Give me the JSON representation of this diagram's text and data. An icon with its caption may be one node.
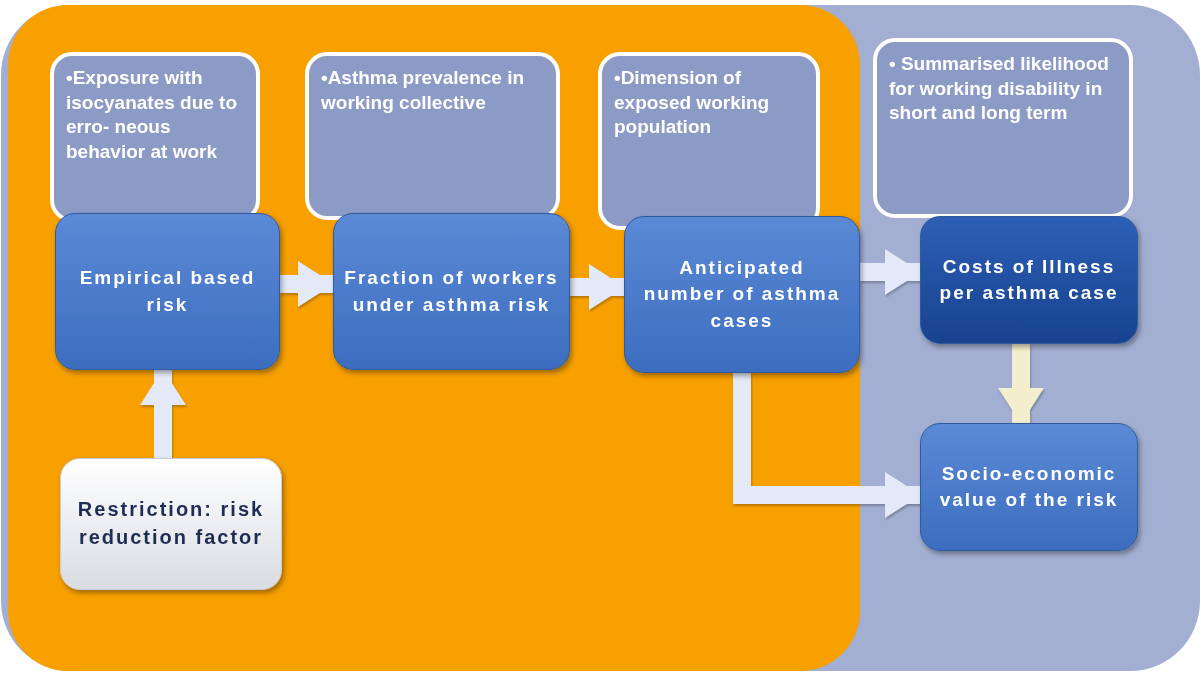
{
  "diagram": {
    "nodes": [
      {
        "text": [
          "•Exposure with isocyanates due to erro- neous behavior at work"
        ]
      },
      {
        "text": [
          "Empirical based risk"
        ]
      },
      {
        "text": [
          "•Asthma prevalence in working collective"
        ]
      },
      {
        "text": [
          "Fraction of workers under asthma risk"
        ]
      },
      {
        "text": [
          "•Dimension of exposed working population"
        ]
      },
      {
        "text": [
          "Anticipated number of asthma cases"
        ]
      },
      {
        "text": [
          "• Summarised likelihood for working disability in short and long term"
        ]
      },
      {
        "text": [
          "Costs of Illness per asthma case"
        ]
      },
      {
        "text": [
          "Socio-economic value of the risk"
        ]
      },
      {
        "text": [
          "**Restriction**: risk reduction factor"
        ]
      }
    ],
    "edges": [
      {
        "from": 1,
        "to": 3,
        "arrow": "to"
      },
      {
        "from": 3,
        "to": 5,
        "arrow": "to"
      },
      {
        "from": 5,
        "to": 7,
        "arrow": "to"
      },
      {
        "from": 7,
        "to": 8,
        "arrow": "to",
        "color": "#f3eecd"
      },
      {
        "from": 5,
        "to": 8,
        "arrow": "to"
      },
      {
        "from": 9,
        "to": 1,
        "arrow": "to"
      }
    ]
  }
}
